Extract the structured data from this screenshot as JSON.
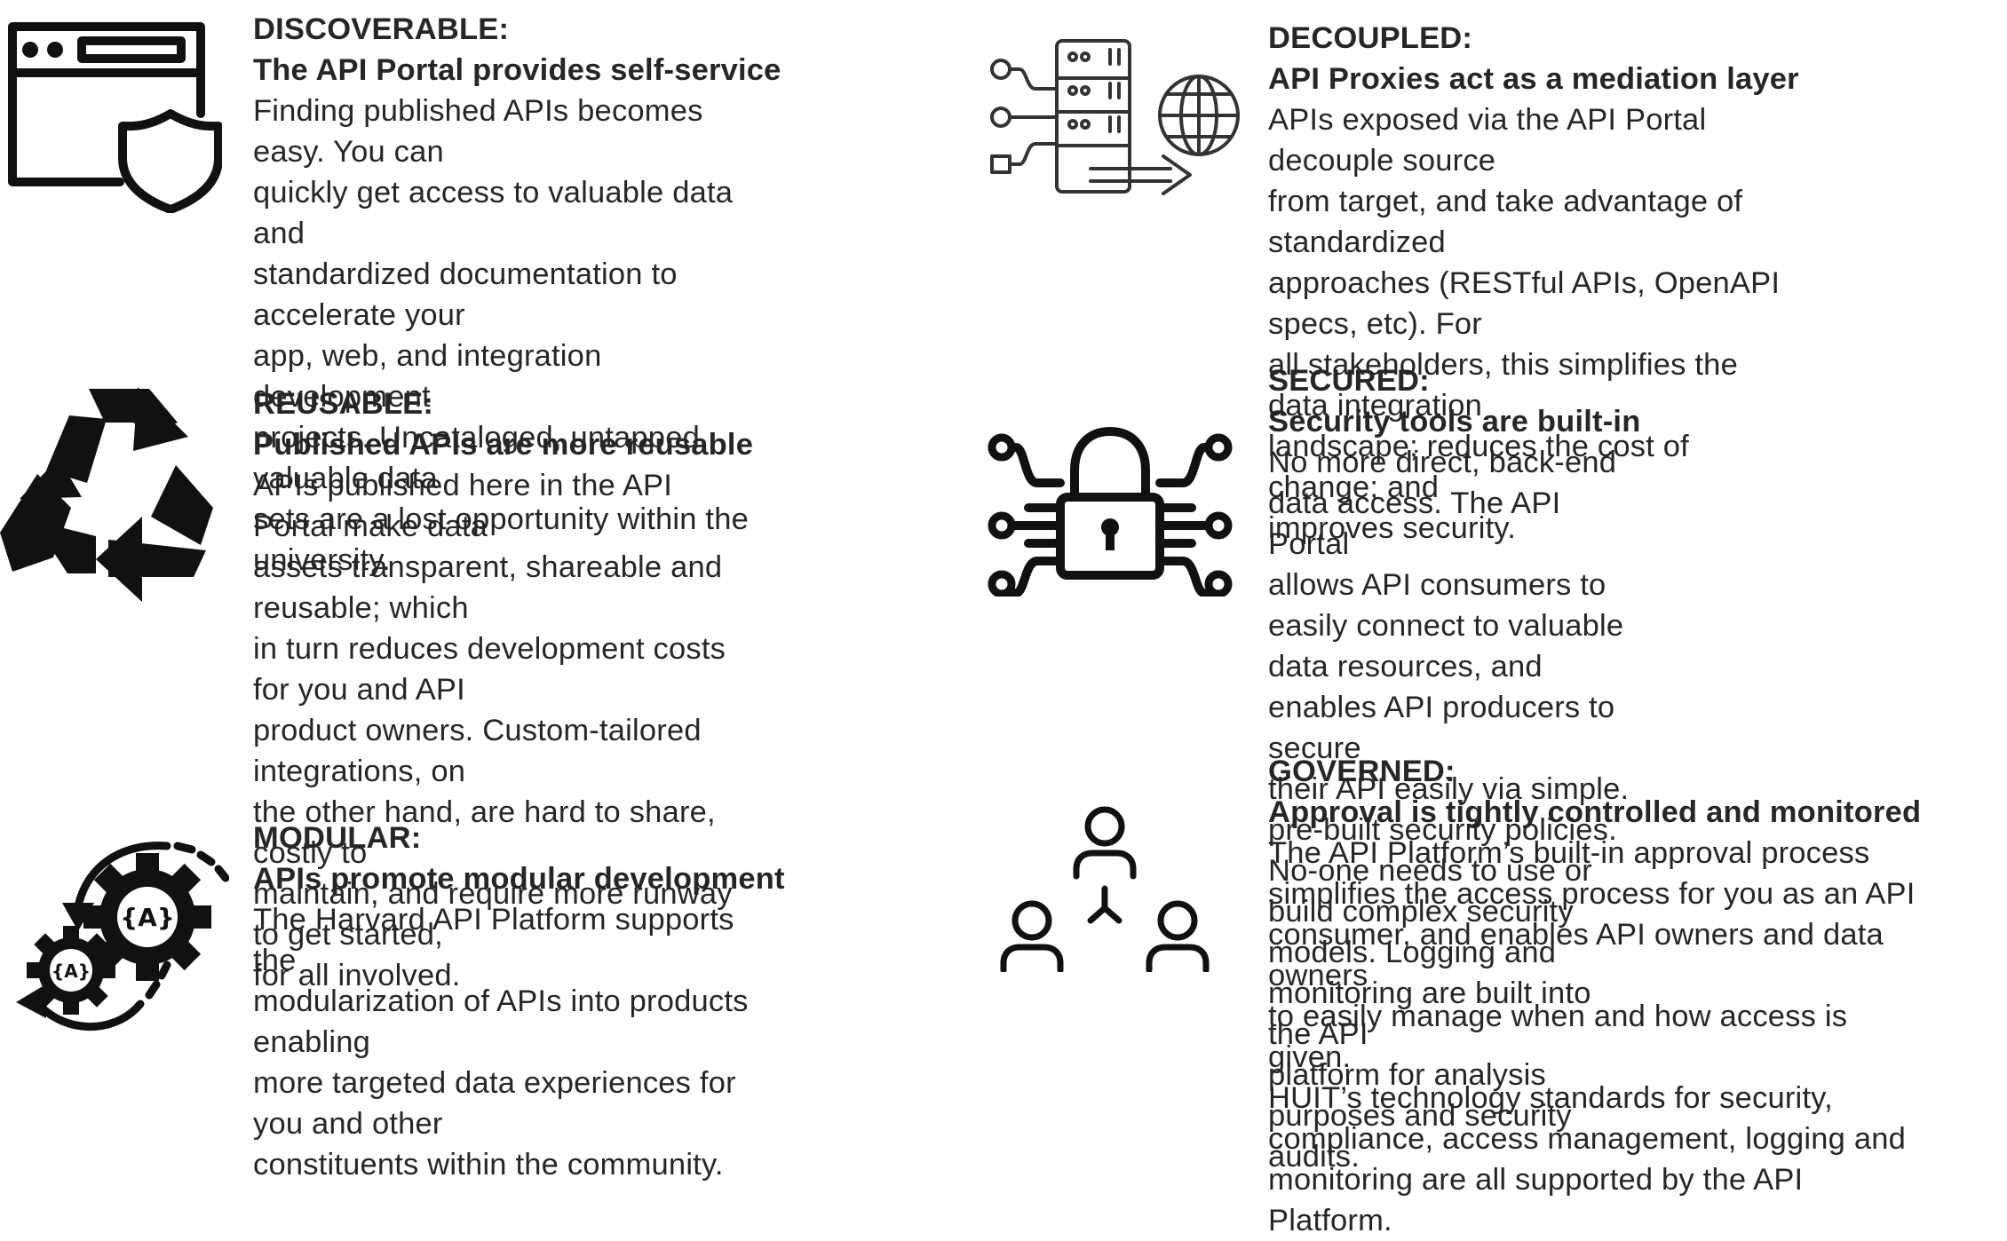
{
  "features": {
    "discoverable": {
      "icon": "browser-window-shield-icon",
      "heading": "DISCOVERABLE:",
      "subheading": "The API Portal provides self-service",
      "body": "Finding published APIs becomes easy. You can\nquickly get access to valuable data and\nstandardized documentation to accelerate your\napp, web, and integration development\nprojects. Uncataloged, untapped valuable data\nsets are a lost opportunity within the university."
    },
    "reusable": {
      "icon": "recycle-icon",
      "heading": "REUSABLE:",
      "subheading": "Published APIs are more reusable",
      "body": "APIs published here in the API Portal make data\nassets transparent, shareable and reusable; which\nin turn reduces development costs for you and API\nproduct owners. Custom-tailored integrations, on\nthe other hand, are hard to share, costly to\nmaintain, and require more runway to get started,\nfor all involved."
    },
    "modular": {
      "icon": "api-gears-icon",
      "icon_text": "{A}",
      "heading": "MODULAR:",
      "subheading": "APIs promote modular development",
      "body": "The Harvard API Platform supports the\nmodularization of APIs into products enabling\nmore targeted data experiences for you and other\nconstituents within the community."
    },
    "decoupled": {
      "icon": "server-proxy-globe-icon",
      "heading": "DECOUPLED:",
      "subheading": "API Proxies act as a mediation layer",
      "body": "APIs exposed via the API Portal decouple source\nfrom target, and take advantage of standardized\napproaches (RESTful APIs, OpenAPI specs, etc). For\nall stakeholders, this simplifies the data integration\nlandscape; reduces the cost of change; and\nimproves security."
    },
    "secured": {
      "icon": "circuit-padlock-icon",
      "heading": "SECURED:",
      "subheading": "Security tools are built-in",
      "body": "No more direct, back-end data access. The API Portal\nallows API consumers to easily connect to valuable\ndata resources, and enables API producers to secure\ntheir API easily via simple. pre-built security policies.\nNo-one needs to use or build complex security\nmodels. Logging and monitoring are built into the API\nplatform for analysis purposes and security audits."
    },
    "governed": {
      "icon": "people-hierarchy-icon",
      "heading": "GOVERNED:",
      "subheading": "Approval is tightly controlled and monitored",
      "body": "The API Platform’s built-in approval process\nsimplifies the access process for you as an API\nconsumer, and enables API owners and data owners\nto easily manage when and how access is given.\nHUIT’s technology standards for security,\ncompliance, access management, logging and\nmonitoring are all supported by the API Platform."
    }
  }
}
